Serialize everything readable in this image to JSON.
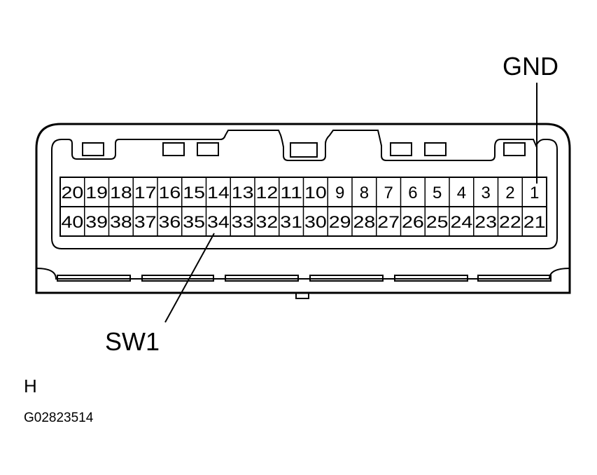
{
  "connector": {
    "top_row_pins": [
      "20",
      "19",
      "18",
      "17",
      "16",
      "15",
      "14",
      "13",
      "12",
      "11",
      "10",
      "9",
      "8",
      "7",
      "6",
      "5",
      "4",
      "3",
      "2",
      "1"
    ],
    "bottom_row_pins": [
      "40",
      "39",
      "38",
      "37",
      "36",
      "35",
      "34",
      "33",
      "32",
      "31",
      "30",
      "29",
      "28",
      "27",
      "26",
      "25",
      "24",
      "23",
      "22",
      "21"
    ]
  },
  "callouts": {
    "gnd": "GND",
    "sw1": "SW1"
  },
  "footer": {
    "view_letter": "H",
    "figure_code": "G02823514"
  }
}
